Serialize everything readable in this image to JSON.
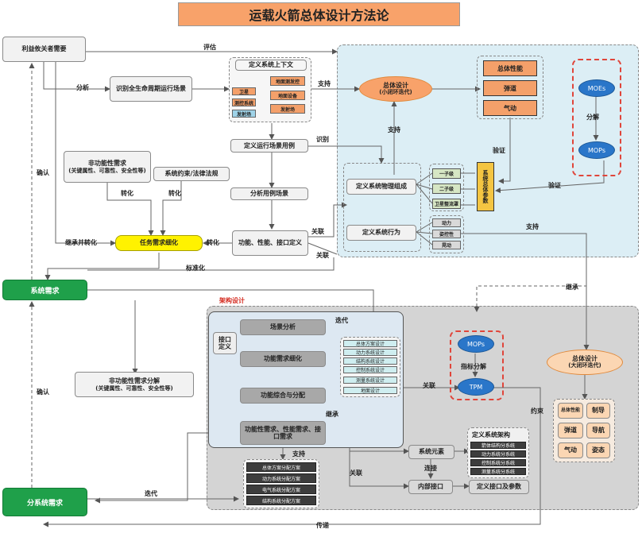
{
  "title": "运载火箭总体设计方法论",
  "colors": {
    "title_bg": "#f8a26a",
    "blue_region": "#dceef5",
    "gray_region": "#d4d4d4",
    "green": "#1fa04a",
    "yellow": "#fff200",
    "red_dash": "#e0453a",
    "blue_ellipse": "#2a76c9",
    "orange_ellipse": "#fbd6b3"
  },
  "nodes": {
    "stakeholder": "利益攸关者需要",
    "identify_scenario": "识别全生命周期运行场景",
    "context_title": "定义系统上下文",
    "context_left": [
      "卫星",
      "测控系统",
      "发射场"
    ],
    "context_right": [
      "地面测发控",
      "地面设备",
      "发射场"
    ],
    "overall_upper_l1": "总体设计",
    "overall_upper_l2": "(小闭环迭代)",
    "perf_boxes": [
      "总体性能",
      "弹道",
      "气动"
    ],
    "moes": "MOEs",
    "decompose": "分解",
    "mops_top": "MOPs",
    "run_usecase": "定义运行场景用例",
    "nonfunc_req_l1": "非功能性需求",
    "nonfunc_req_l2": "(关键属性、可靠性、安全性等)",
    "legal_req": "系统约束/法律法规",
    "analyze_usecase": "分析用例场景",
    "physical_comp": "定义系统物理组成",
    "stages": [
      "一子级",
      "二子级",
      "卫星整流罩"
    ],
    "params_vertical": "系统总体参数",
    "sys_behavior": "定义系统行为",
    "behavior_items": [
      "动力",
      "姿控性",
      "晃动"
    ],
    "task_refine": "任务需求细化",
    "func_perf_iface": "功能、性能、接口定义",
    "system_req": "系统需求",
    "arch_design": "架构设计",
    "scene_analysis": "场景分析",
    "iface_def": "接口定义",
    "func_refine": "功能需求细化",
    "func_integrate": "功能综合与分配",
    "func_perf_req": "功能性需求、性能需求、接口需求",
    "stack_items": [
      "总体方案设计",
      "动力系统设计",
      "结构系统设计",
      "控制系统设计",
      "测量系统设计",
      "地面设计"
    ],
    "mops_bottom": "MOPs",
    "index_decompose": "指标分解",
    "tpm": "TPM",
    "overall_lower_l1": "总体设计",
    "overall_lower_l2": "(大闭环迭代)",
    "overall_grid": [
      "总体性能",
      "制导",
      "弹道",
      "导航",
      "气动",
      "姿态"
    ],
    "nonfunc_decomp_l1": "非功能性需求分解",
    "nonfunc_decomp_l2": "(关键属性、可靠性、安全性等)",
    "support_items": [
      "总体方案分配方案",
      "动力系统分配方案",
      "电气系统分配方案",
      "结构系统分配方案"
    ],
    "sys_element": "系统元素",
    "sys_arch": "定义系统架构",
    "arch_items": [
      "箭体结构分系统",
      "动力系统分系统",
      "控制系统分系统",
      "测量系统分系统"
    ],
    "internal_iface": "内部接口",
    "iface_params": "定义接口及参数",
    "subsystem_req": "分系统需求"
  },
  "labels": {
    "evaluate": "评估",
    "analyze": "分析",
    "support1": "支持",
    "support2": "支持",
    "support3": "支持",
    "support4": "支持",
    "identify": "识别",
    "verify1": "验证",
    "verify2": "验证",
    "confirm1": "确认",
    "confirm2": "确认",
    "convert1": "转化",
    "convert2": "转化",
    "convert3": "转化",
    "inherit_convert": "继承并转化",
    "relate1": "关联",
    "relate2": "关联",
    "relate3": "关联",
    "relate4": "关联",
    "standardize": "标准化",
    "inherit1": "继承",
    "inherit2": "继承",
    "iterate1": "迭代",
    "iterate2": "迭代",
    "constraint": "约束",
    "connect": "连接",
    "transfer": "传递"
  }
}
